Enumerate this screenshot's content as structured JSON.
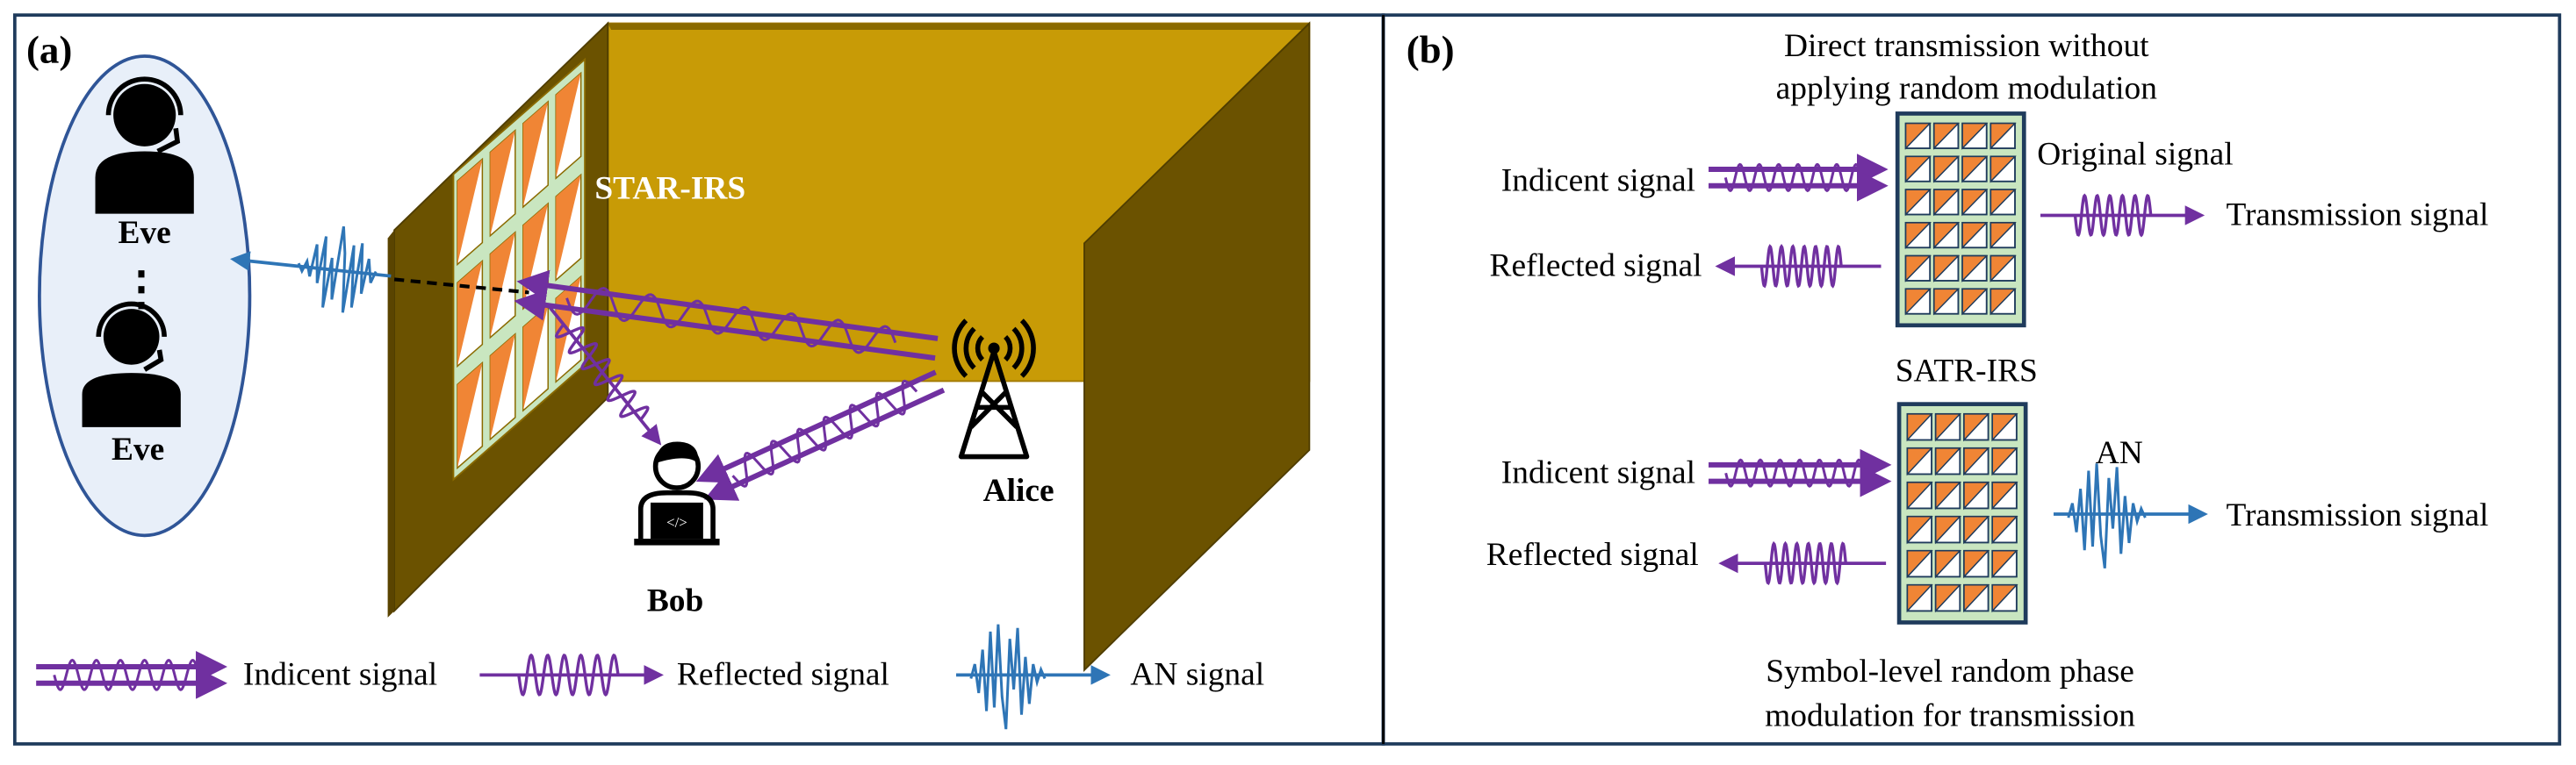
{
  "colors": {
    "frame": "#1f3b5c",
    "wall_dark": "#6b5200",
    "wall_back": "#c89b06",
    "irs_frame": "#c9e6c0",
    "irs_orange": "#f08535",
    "irs_border": "#1f3b5c",
    "signal_purple": "#7030a0",
    "an_blue": "#2e75b6",
    "eve_oval_fill": "#e8eff9",
    "eve_oval_stroke": "#2f5597"
  },
  "panel_a": {
    "label": "(a)",
    "irs_label": "STAR-IRS",
    "eve_labels": [
      "Eve",
      "Eve"
    ],
    "eve_ellipsis": "⋮",
    "bob_label": "Bob",
    "alice_label": "Alice",
    "legend": [
      {
        "icon": "incident-signal-icon",
        "label": "Indicent signal"
      },
      {
        "icon": "reflected-signal-icon",
        "label": "Reflected signal"
      },
      {
        "icon": "an-signal-icon",
        "label": "AN signal"
      }
    ]
  },
  "panel_b": {
    "label": "(b)",
    "top": {
      "caption_lines": [
        "Direct transmission without",
        "applying random modulation"
      ],
      "incident_label": "Indicent signal",
      "reflected_label": "Reflected signal",
      "original_label": "Original signal",
      "transmission_label": "Transmission signal"
    },
    "bottom": {
      "irs_label": "SATR-IRS",
      "incident_label": "Indicent signal",
      "reflected_label": "Reflected signal",
      "an_label": "AN",
      "transmission_label": "Transmission signal",
      "caption_lines": [
        "Symbol-level random phase",
        "modulation for transmission"
      ]
    },
    "irs_grid": {
      "rows": 6,
      "cols": 4
    }
  }
}
